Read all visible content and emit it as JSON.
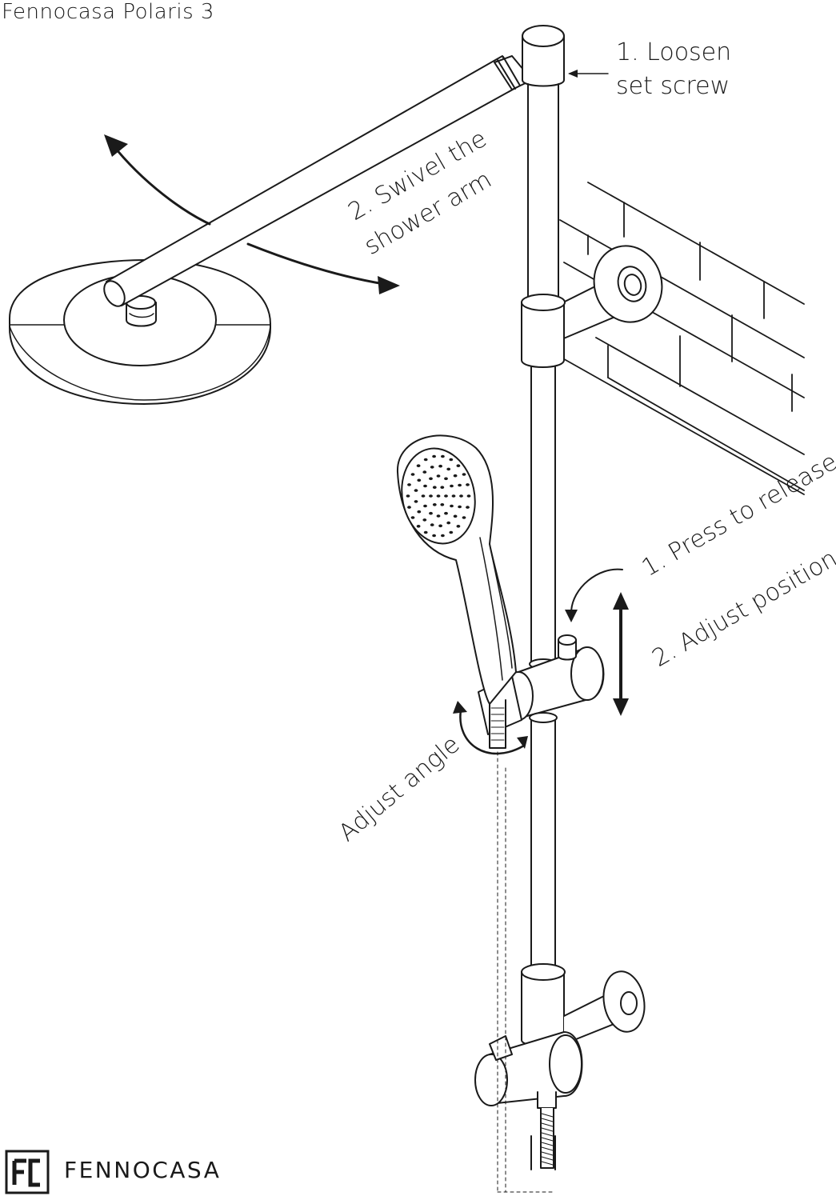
{
  "title": "Fennocasa Polaris 3",
  "annotations": {
    "loosen_line1": "1. Loosen",
    "loosen_line2": "set screw",
    "swivel_line1": "2. Swivel the",
    "swivel_line2": "shower arm",
    "press_release": "1. Press to release",
    "adjust_position": "2. Adjust position",
    "adjust_angle": "Adjust angle"
  },
  "brand": {
    "logo_text": "FC",
    "name": "FENNOCASA"
  },
  "colors": {
    "line": "#1a1a1a",
    "fill": "#ffffff",
    "shade": "#f4f4f4"
  }
}
